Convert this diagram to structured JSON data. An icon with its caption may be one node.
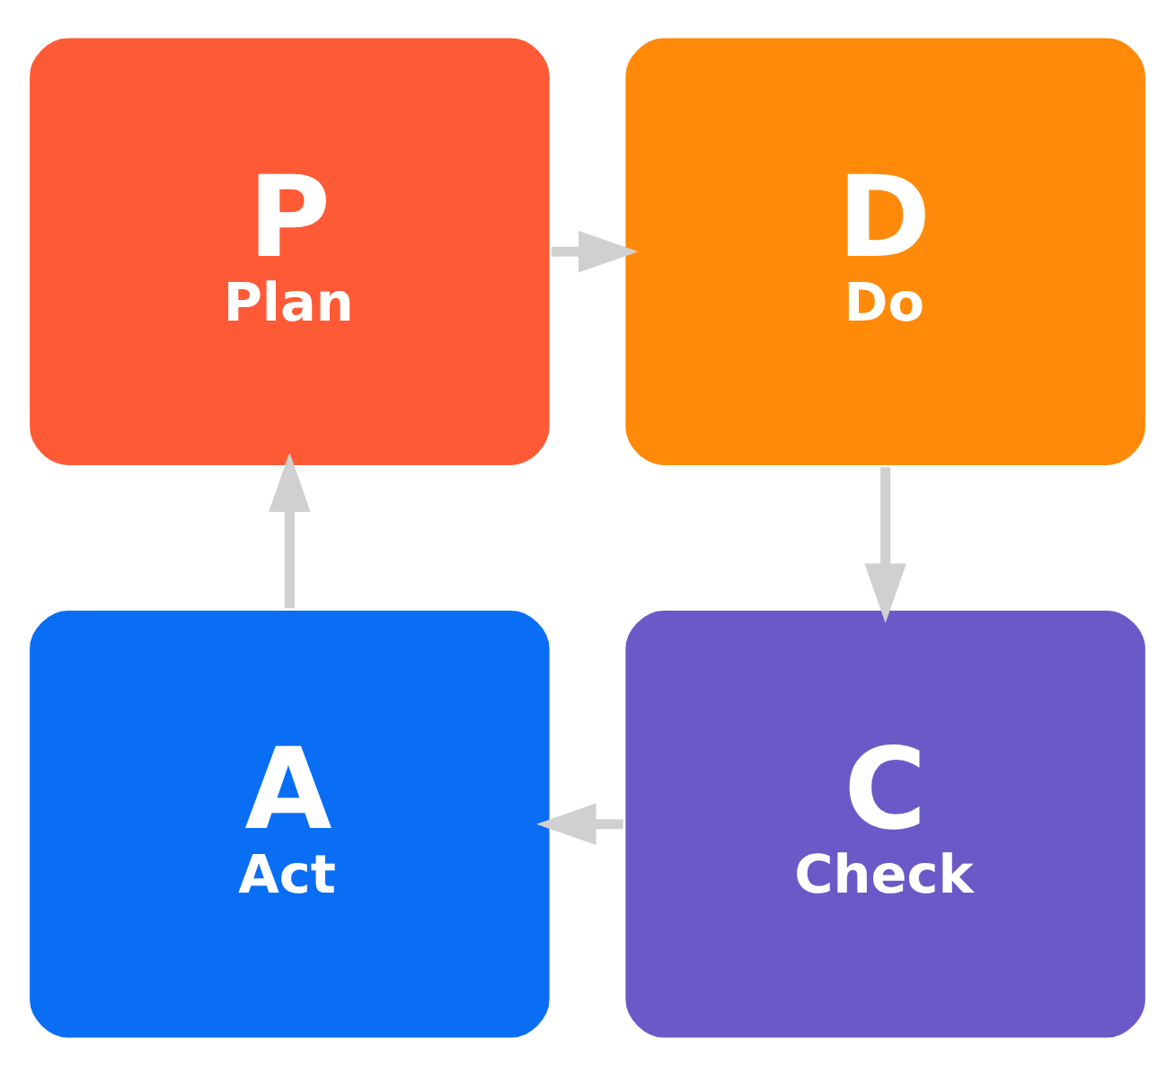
{
  "diagram": {
    "nodes": [
      {
        "text": [
          "P",
          "Plan"
        ]
      },
      {
        "text": [
          "D",
          "Do"
        ]
      },
      {
        "text": [
          "A",
          "Act"
        ]
      },
      {
        "text": [
          "C",
          "Check"
        ]
      }
    ],
    "edges": [
      {
        "from": 0,
        "to": 1,
        "arrow": "to"
      },
      {
        "from": 1,
        "to": 3,
        "arrow": "to"
      },
      {
        "from": 3,
        "to": 2,
        "arrow": "to"
      },
      {
        "from": 2,
        "to": 0,
        "arrow": "to"
      }
    ]
  }
}
